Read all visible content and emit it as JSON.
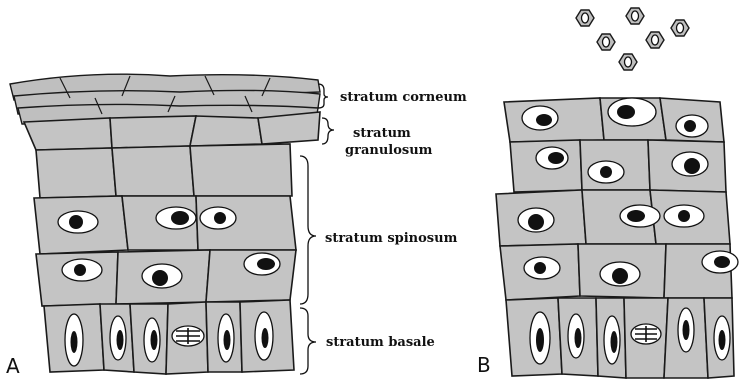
{
  "figure": {
    "panels": [
      "A",
      "B"
    ],
    "layers": [
      {
        "id": "corneum",
        "lines": [
          "stratum corneum"
        ]
      },
      {
        "id": "granulosum",
        "lines": [
          "stratum",
          "granulosum"
        ]
      },
      {
        "id": "spinosum",
        "lines": [
          "stratum spinosum"
        ]
      },
      {
        "id": "basale",
        "lines": [
          "stratum basale"
        ]
      }
    ],
    "colors": {
      "cell_fill": "#c4c4c4",
      "outline": "#1a1a1a",
      "nucleus": "#111111"
    }
  }
}
